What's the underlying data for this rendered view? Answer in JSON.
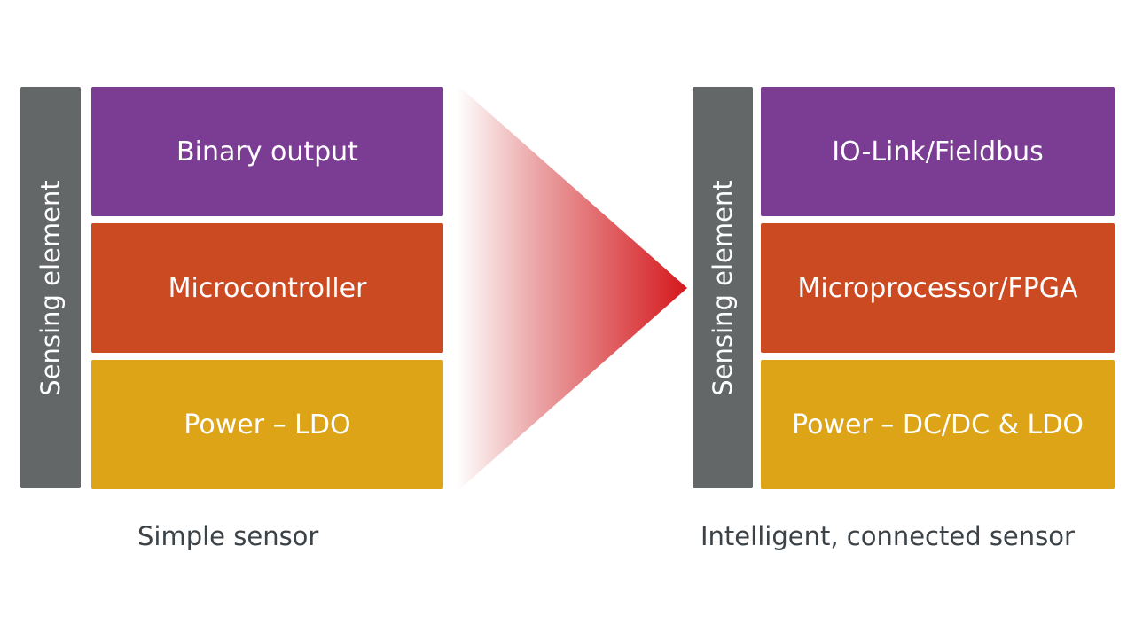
{
  "left": {
    "sensing_label": "Sensing element",
    "blocks": [
      "Binary output",
      "Microcontroller",
      "Power – LDO"
    ],
    "caption": "Simple sensor"
  },
  "right": {
    "sensing_label": "Sensing element",
    "blocks": [
      "IO-Link/Fieldbus",
      "Microprocessor/FPGA",
      "Power – DC/DC & LDO"
    ],
    "caption": "Intelligent, connected sensor"
  },
  "colors": {
    "sensing": "#646768",
    "output": "#7b3c93",
    "processor": "#cb4a22",
    "power": "#dca416",
    "arrow": "#d4181c"
  }
}
